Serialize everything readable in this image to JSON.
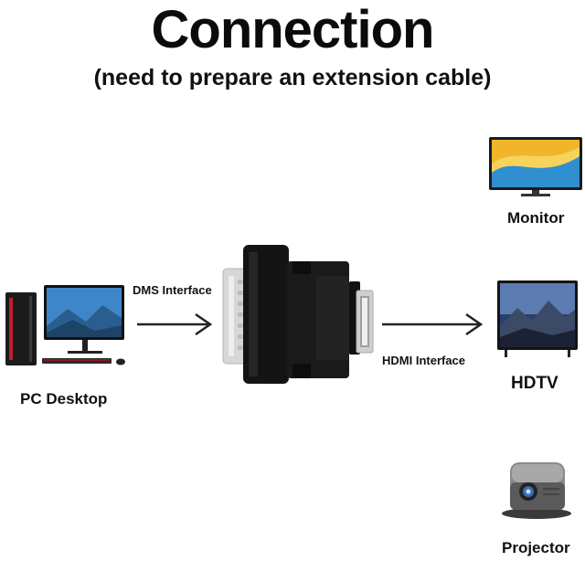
{
  "header": {
    "title": "Connection",
    "subtitle": "(need to prepare an extension cable)"
  },
  "source": {
    "device_label": "PC Desktop",
    "interface_label": "DMS Interface"
  },
  "adapter": {
    "output_label": "HDMI Interface"
  },
  "targets": [
    {
      "label": "Monitor",
      "icon": "monitor-icon"
    },
    {
      "label": "HDTV",
      "icon": "tv-icon"
    },
    {
      "label": "Projector",
      "icon": "projector-icon"
    }
  ],
  "colors": {
    "text": "#111111",
    "arrow": "#222222",
    "adapter_body": "#141414",
    "connector_metal": "#d7d7d7",
    "pc_accent": "#c0202a"
  }
}
